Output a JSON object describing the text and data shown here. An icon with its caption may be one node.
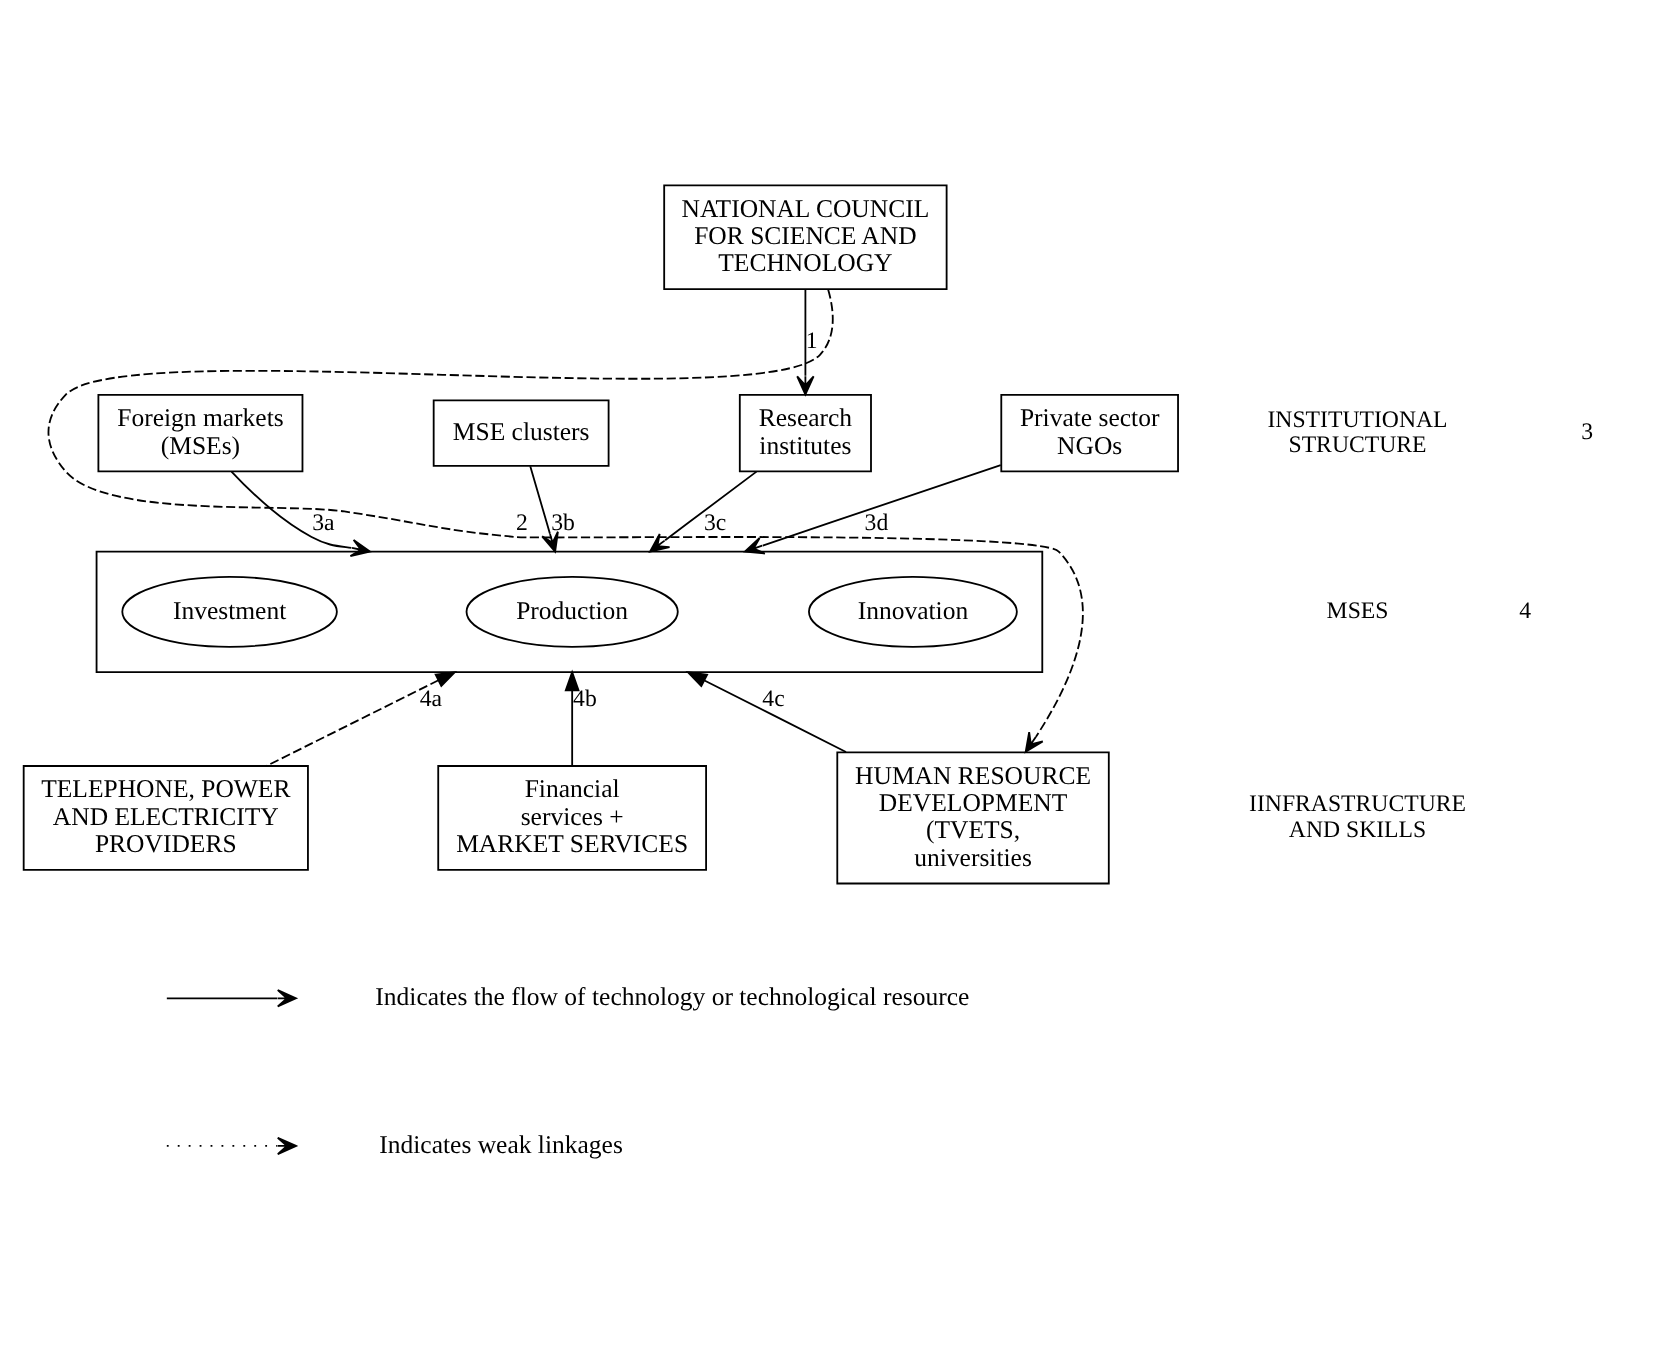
{
  "diagram": {
    "nodes": [
      {
        "text": [
          "NATIONAL COUNCIL FOR SCIENCE AND TECHNOLOGY"
        ]
      },
      {
        "text": [
          "Foreign markets (MSEs)"
        ]
      },
      {
        "text": [
          "MSE clusters"
        ]
      },
      {
        "text": [
          "Research institutes"
        ]
      },
      {
        "text": [
          "Private sector NGOs"
        ]
      },
      {
        "text": [],
        "shape": "box"
      },
      {
        "text": [
          "Investment"
        ],
        "in": 5
      },
      {
        "text": [
          "Production"
        ],
        "in": 5
      },
      {
        "text": [
          "Innovation"
        ],
        "in": 5
      },
      {
        "text": [
          "TELEPHONE, POWER AND ELECTRICITY PROVIDERS"
        ]
      },
      {
        "text": [
          "Financial services + MARKET SERVICES"
        ]
      },
      {
        "text": [
          "HUMAN RESOURCE DEVELOPMENT (TVETS, universities"
        ]
      }
    ],
    "edges": [
      {
        "from": 0,
        "to": 3,
        "arrow": "to",
        "label": "1"
      },
      {
        "from": 0,
        "to": 11,
        "arrow": "to",
        "label": "2",
        "style": "dashed"
      },
      {
        "from": 1,
        "to": 5,
        "arrow": "to",
        "label": "3a"
      },
      {
        "from": 2,
        "to": 5,
        "arrow": "to",
        "label": "3b"
      },
      {
        "from": 3,
        "to": 5,
        "arrow": "to",
        "label": "3c"
      },
      {
        "from": 4,
        "to": 5,
        "arrow": "to",
        "label": "3d"
      },
      {
        "from": 9,
        "to": 5,
        "arrow": "to",
        "label": "4a",
        "style": "dashed"
      },
      {
        "from": 10,
        "to": 5,
        "arrow": "to",
        "label": "4b"
      },
      {
        "from": 11,
        "to": 5,
        "arrow": "to",
        "label": "4c"
      }
    ],
    "labels": [
      "INSTITUTIONAL STRUCTURE",
      "3",
      "MSES",
      "4",
      "IINFRASTRUCTURE AND SKILLS"
    ],
    "legend": [
      {
        "text": "Indicates the flow of technology or technological resource"
      },
      {
        "text": "Indicates weak linkages"
      }
    ]
  }
}
